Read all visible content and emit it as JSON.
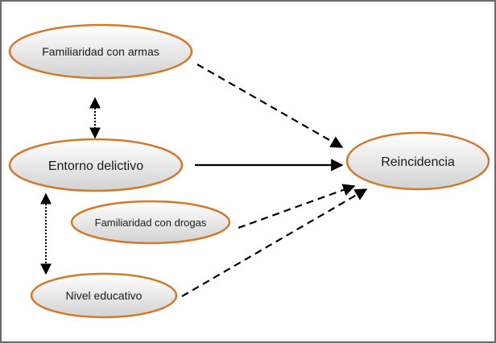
{
  "nodes": {
    "armas": "Familiaridad con armas",
    "entorno": "Entorno delictivo",
    "drogas": "Familiaridad con drogas",
    "nivel": "Nivel educativo",
    "reincidencia": "Reincidencia"
  },
  "colors": {
    "node_border": "#d07a2e",
    "node_fill_top": "#ffffff",
    "node_fill_bottom": "#d4d4d4",
    "edge": "#000000"
  }
}
